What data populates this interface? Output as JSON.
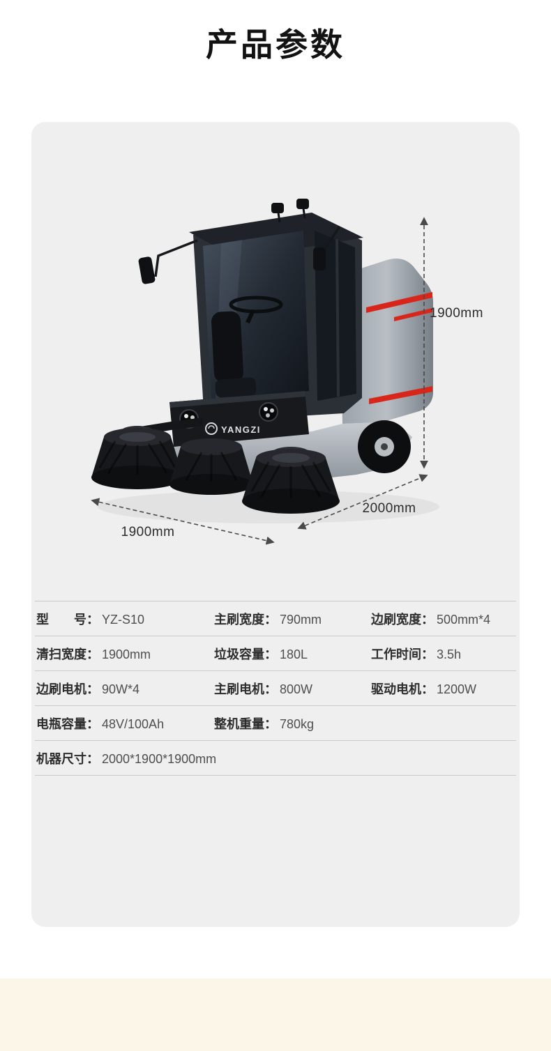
{
  "page_title": "产品参数",
  "figure": {
    "brand": "YANGZI",
    "dim_height": "1900mm",
    "dim_length": "2000mm",
    "dim_width": "1900mm"
  },
  "specs": {
    "rows": [
      {
        "cells": [
          {
            "label": "型　　号：",
            "value": "YZ-S10"
          },
          {
            "label": "主刷宽度：",
            "value": "790mm"
          },
          {
            "label": "边刷宽度：",
            "value": "500mm*4"
          }
        ]
      },
      {
        "cells": [
          {
            "label": "清扫宽度：",
            "value": "1900mm"
          },
          {
            "label": "垃圾容量：",
            "value": "180L"
          },
          {
            "label": "工作时间：",
            "value": "3.5h"
          }
        ]
      },
      {
        "cells": [
          {
            "label": "边刷电机：",
            "value": "90W*4"
          },
          {
            "label": "主刷电机：",
            "value": "800W"
          },
          {
            "label": "驱动电机：",
            "value": "1200W"
          }
        ]
      },
      {
        "cells": [
          {
            "label": "电瓶容量：",
            "value": "48V/100Ah"
          },
          {
            "label": "整机重量：",
            "value": "780kg"
          }
        ]
      },
      {
        "cells": [
          {
            "label": "机器尺寸：",
            "value": "2000*1900*1900mm"
          }
        ]
      }
    ]
  },
  "colors": {
    "accent_red": "#d8261a",
    "card_background": "#efeff0",
    "footer_band": "#fcf6e8",
    "table_line": "#c9caca"
  }
}
